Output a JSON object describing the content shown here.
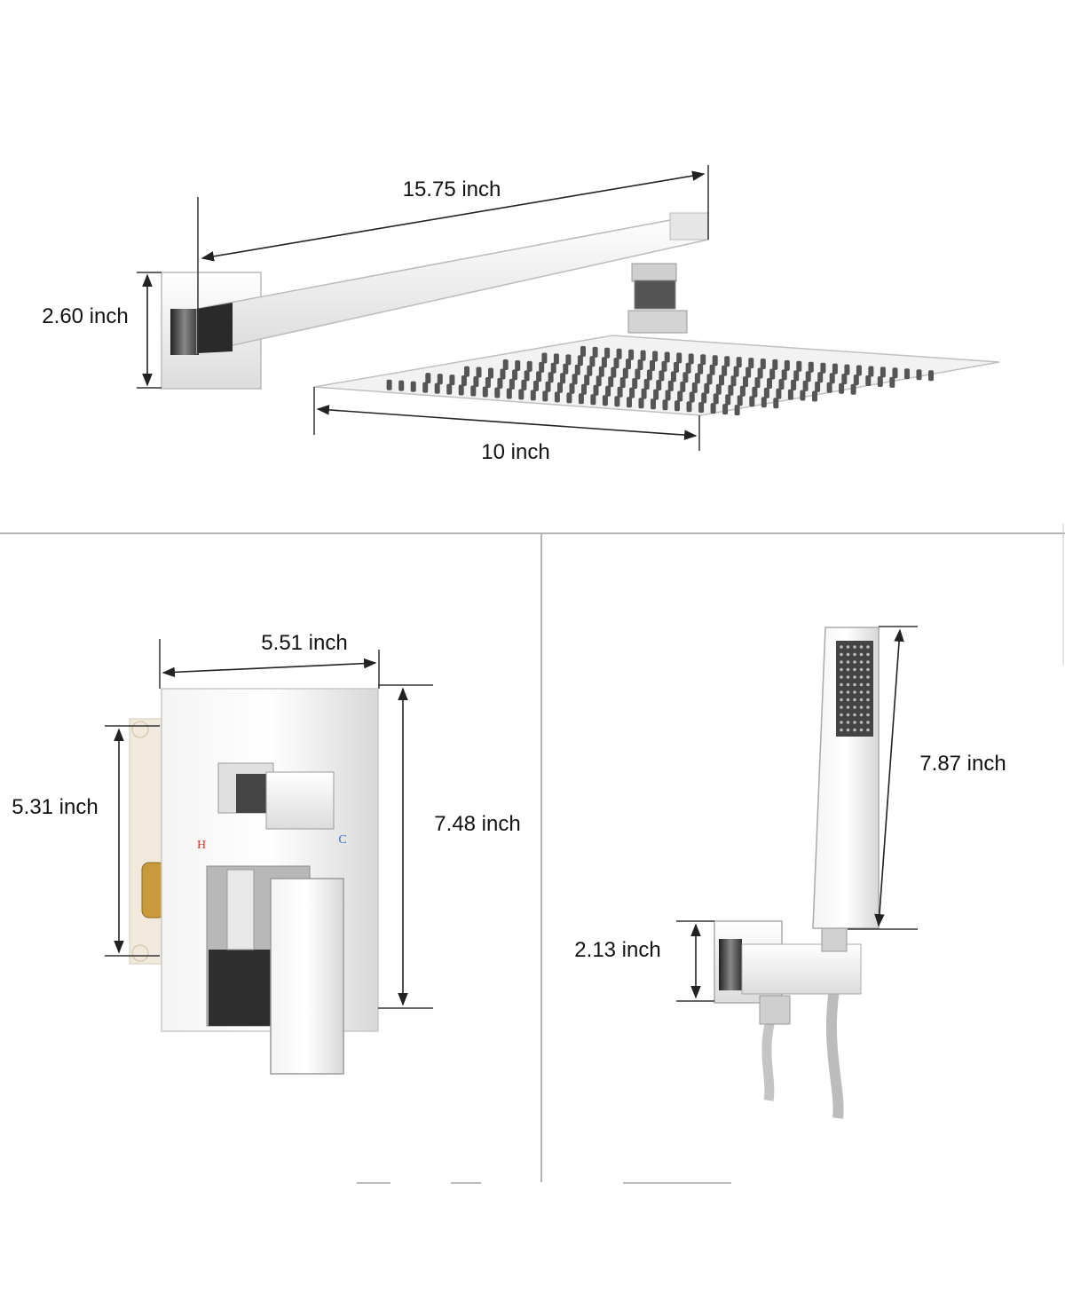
{
  "shower_head_section": {
    "arm_length": "15.75 inch",
    "wall_plate_height": "2.60 inch",
    "head_width": "10 inch"
  },
  "valve_section": {
    "trim_width": "5.51 inch",
    "box_height": "5.31 inch",
    "trim_height": "7.48 inch",
    "hot_mark": "H",
    "cold_mark": "C"
  },
  "handheld_section": {
    "handle_length": "7.87 inch",
    "holder_height": "2.13 inch"
  },
  "colors": {
    "hot": "#d33a2c",
    "cold": "#2a6fc9"
  }
}
